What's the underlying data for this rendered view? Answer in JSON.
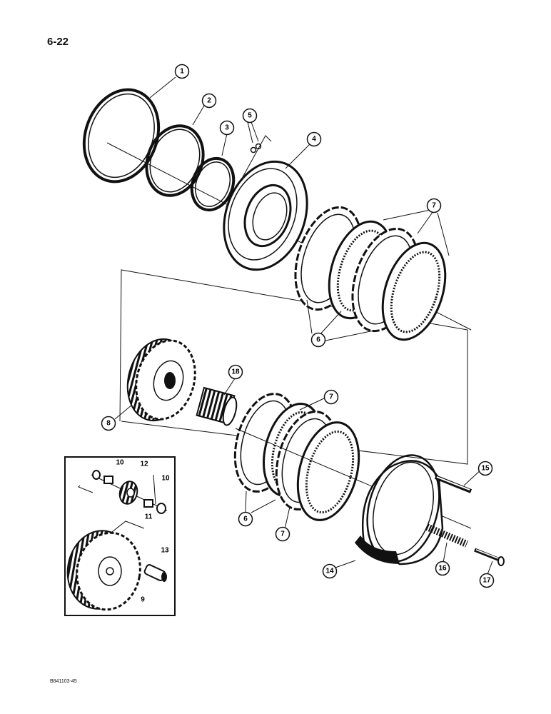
{
  "page": {
    "number": "6-22",
    "figure_code": "B841103-45"
  },
  "callouts": {
    "c1": "1",
    "c2": "2",
    "c3": "3",
    "c4": "4",
    "c5": "5",
    "c6a": "6",
    "c6b": "6",
    "c7a": "7",
    "c7b": "7",
    "c7c": "7",
    "c8": "8",
    "c9": "9",
    "c10a": "10",
    "c10b": "10",
    "c11": "11",
    "c12": "12",
    "c13": "13",
    "c14": "14",
    "c15": "15",
    "c16": "16",
    "c17": "17",
    "c18": "18"
  }
}
